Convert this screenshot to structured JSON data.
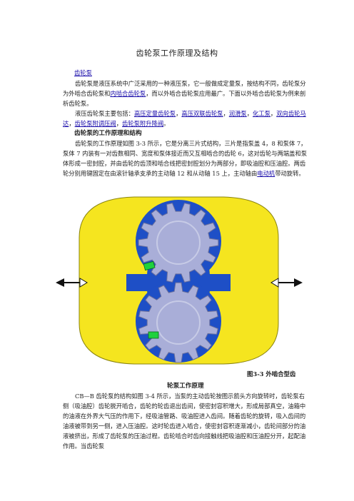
{
  "doc": {
    "title": "齿轮泵工作原理及结构",
    "p_head_link": "齿轮泵",
    "p1_a": "齿轮泵是液压系统中广泛采用的一种液压泵，它一般做成定量泵，按结构不同，齿轮泵分为外啮合齿轮泵和",
    "p1_link": "内啮合齿轮泵",
    "p1_b": "，而以外啮合齿轮泵应用最广。下面以外啮合齿轮泵为例来剖析齿轮泵。",
    "p2_a": "液压齿轮泵主要包括：",
    "p2_links": [
      "高压定量齿轮泵",
      "高压双联齿轮泵",
      "润滑泵",
      "化工泵",
      "双向齿轮马达",
      "齿轮泵附调压阀",
      "齿轮泵附升降阀"
    ],
    "p2_end": "。",
    "h_sub": "齿轮泵的工作原理和结构",
    "p3_a": "齿轮泵的工作原理如图 3-3 所示，它是分离三片式结构，三片是指泵盖 4，8 和泵体 7，泵体 7 内装有一对齿数相同、宽度和泵体接近而又互相啮合的齿轮 6，这对齿轮与两端盖和泵体形成一密封腔，并由齿轮的齿顶和啮合线把密封腔划分为两部分，即吸油腔和压油腔。两齿轮分别用键固定在由滚针轴承支承的主动轴 12 和从动轴 15 上，主动轴由",
    "p3_link": "电动机",
    "p3_b": "带动旋转。",
    "caption": "图3-3 外啮合型齿",
    "h_sub2": "轮泵工作原理",
    "p4": "CB—B 齿轮泵的结构如图 3-4 所示，当泵的主动齿轮按图示箭头方向旋转时，齿轮泵右侧（吸油腔）齿轮脱开啮合，齿轮的轮齿退出齿间，使密封容积增大，形成局部真空，油箱中的油液在外界大气压的作用下，经吸油管路、吸油腔进入齿间。随着齿轮的旋转，吸入齿间的油液被带到另一侧，进入压油腔。这时轮齿进入啮合，使密封容积逐渐减小，齿轮间部分的油液被挤出，形成了齿轮泵的压油过程。齿轮啮合时齿向接触线把吸油腔和压油腔分开，起配油作用。当齿轮泵"
  },
  "colors": {
    "yellow": "#f5e51f",
    "blue": "#1e4fc6",
    "gear": "#a9aed8",
    "gear_edge": "#6a6f9c",
    "key": "#1fd13d",
    "link": "#1a0dab"
  },
  "icons": [
    "arrow-left-icon",
    "arrow-right-icon"
  ]
}
